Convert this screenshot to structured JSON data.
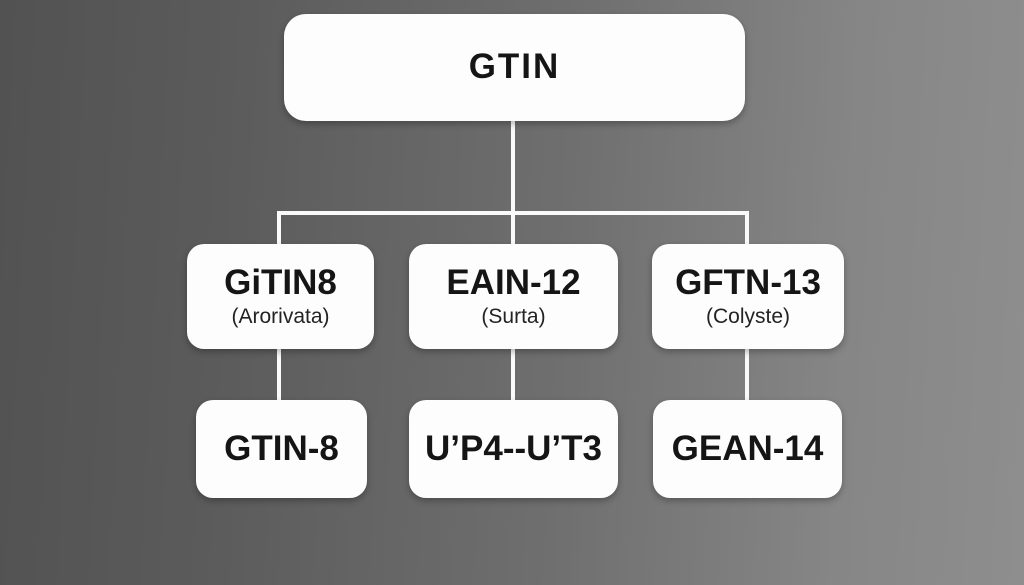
{
  "diagram": {
    "title": "GTIN hierarchy flowchart",
    "root": {
      "label": "GTIN"
    },
    "level2": [
      {
        "title": "GiTIN8",
        "subtitle": "(Arorivata)"
      },
      {
        "title": "EAIN-12",
        "subtitle": "(Surta)"
      },
      {
        "title": "GFTN-13",
        "subtitle": "(Colyste)"
      }
    ],
    "level3": [
      {
        "title": "GTIN-8"
      },
      {
        "title": "UʼP4--UʼT3"
      },
      {
        "title": "GEAN-14"
      }
    ],
    "colors": {
      "node_background": "#fdfdfd",
      "node_text": "#151515",
      "connector": "#fafafa",
      "background_left": "#525252",
      "background_right": "#8e8e8e"
    }
  }
}
